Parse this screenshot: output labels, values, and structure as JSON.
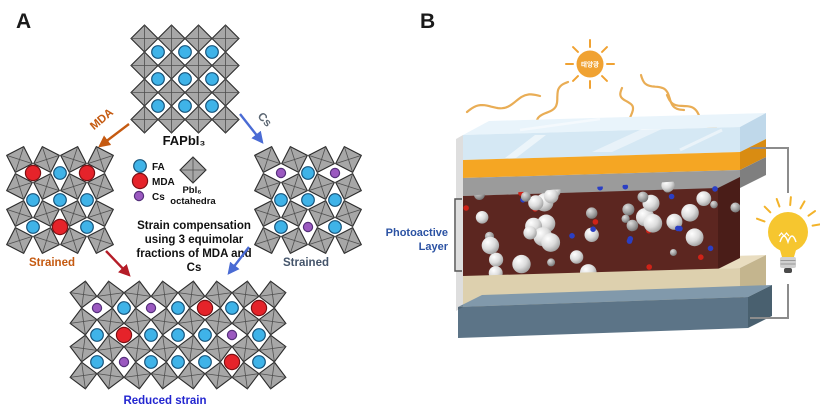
{
  "panel_a": {
    "label": "A",
    "parent_formula": "FAPbI₃",
    "mda_route_label": "MDA",
    "cs_route_label": "Cs",
    "legend": {
      "items": [
        {
          "label": "FA",
          "color": "#3fb3e8"
        },
        {
          "label": "MDA",
          "color": "#e5232a"
        },
        {
          "label": "Cs",
          "color": "#9b59c0"
        }
      ],
      "octahedra_symbol_line1": "PbI₆",
      "octahedra_symbol_line2": "octahedra"
    },
    "center_text_lines": [
      "Strain compensation",
      "using 3 equimolar",
      "fractions of MDA and",
      "Cs"
    ],
    "left_lattice_caption": "Strained",
    "right_lattice_caption": "Strained",
    "bottom_lattice_caption": "Reduced strain",
    "lattices": {
      "parent_rows": [
        [
          "FA",
          "FA",
          "FA"
        ],
        [
          "FA",
          "FA",
          "FA"
        ],
        [
          "FA",
          "FA",
          "FA"
        ]
      ],
      "mda_rows": [
        [
          "MDA",
          "FA",
          "MDA"
        ],
        [
          "FA",
          "FA",
          "FA"
        ],
        [
          "FA",
          "MDA",
          "FA"
        ]
      ],
      "cs_rows": [
        [
          "Cs",
          "FA",
          "Cs"
        ],
        [
          "FA",
          "FA",
          "FA"
        ],
        [
          "FA",
          "Cs",
          "FA"
        ]
      ],
      "compensated_rows": [
        [
          "Cs",
          "FA",
          "Cs",
          "FA",
          "MDA",
          "FA",
          "MDA"
        ],
        [
          "FA",
          "MDA",
          "FA",
          "FA",
          "FA",
          "Cs",
          "FA"
        ],
        [
          "FA",
          "Cs",
          "FA",
          "FA",
          "FA",
          "MDA",
          "FA"
        ]
      ]
    },
    "colors": {
      "octahedra_fill": "#a7a7a7",
      "mda_accent": "#c55a11",
      "cs_arrow": "#4a6bd4",
      "cs_label_gray": "#5b6672",
      "right_strained_label": "#44546a",
      "reduced_strain_label": "#2326d0",
      "compensation_arrow_red": "#b51d28"
    }
  },
  "panel_b": {
    "label": "B",
    "sun_label": "태양광",
    "photoactive_label_lines": [
      "Photoactive",
      "Layer"
    ],
    "label_color": "#2b52a3",
    "layer_colors": [
      "#d5e8f4",
      "#f5a623",
      "#9b9b9b",
      "#5c2620",
      "#ddd0ae",
      "#5c7487"
    ],
    "sun_color": "#f0a232",
    "sphere_accent_colors": {
      "red": "#cf2318",
      "blue": "#2b3fc4"
    }
  }
}
